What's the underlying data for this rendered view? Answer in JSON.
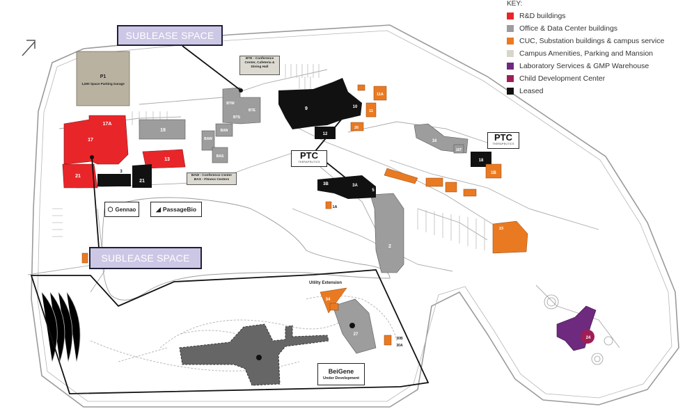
{
  "key": {
    "title": "KEY:",
    "items": [
      {
        "label": "R&D buildings",
        "color": "#e8262a"
      },
      {
        "label": "Office & Data Center buildings",
        "color": "#9d9d9d"
      },
      {
        "label": "CUC, Substation buildings & campus service",
        "color": "#ea7a22"
      },
      {
        "label": "Campus Amenities, Parking and Mansion",
        "color": "#d8d6cc"
      },
      {
        "label": "Laboratory Services & GMP Warehouse",
        "color": "#6e2a7e"
      },
      {
        "label": "Child Development Center",
        "color": "#9e1f55"
      },
      {
        "label": "Leased",
        "color": "#111111"
      }
    ]
  },
  "callouts": {
    "sublease_top": "SUBLEASE SPACE",
    "sublease_bottom": "SUBLEASE SPACE"
  },
  "notes": {
    "bte": "BTE - Conference Center, Cafeteria & Dining Hall",
    "baw": "BAW - Conference Center BAS - Fitness Centers",
    "utility": "Utility Extension"
  },
  "parking": {
    "name": "P1",
    "desc": "1,600 Space Parking Garage"
  },
  "logos": {
    "gennao": "Gennao",
    "passagebio": "PassageBio",
    "beigene": "BeiGene",
    "beigene_sub": "Under Development",
    "ptc_big": "PTC",
    "ptc_small": "THERAPEUTICS"
  },
  "buildings": {
    "b17a": "17A",
    "b17": "17",
    "b21": "21",
    "b13": "13",
    "b21b": "21",
    "b19": "19",
    "b3": "3",
    "btw": "BTW",
    "bts": "BTS",
    "bte": "BTE",
    "ban": "BAN",
    "baw": "BAW",
    "bas": "BAS",
    "b9": "9",
    "b10": "10",
    "b12": "12",
    "b11a": "11A",
    "b11": "11",
    "b26": "26",
    "b16": "16",
    "b16t": "16T",
    "b18": "18",
    "b1b": "1B",
    "b3b": "3B",
    "b3a": "3A",
    "b5": "5",
    "b1a": "1A",
    "b2": "2",
    "b23": "23",
    "b34": "34",
    "b27": "27",
    "b30b": "30B",
    "b30a": "30A",
    "b24": "24"
  }
}
